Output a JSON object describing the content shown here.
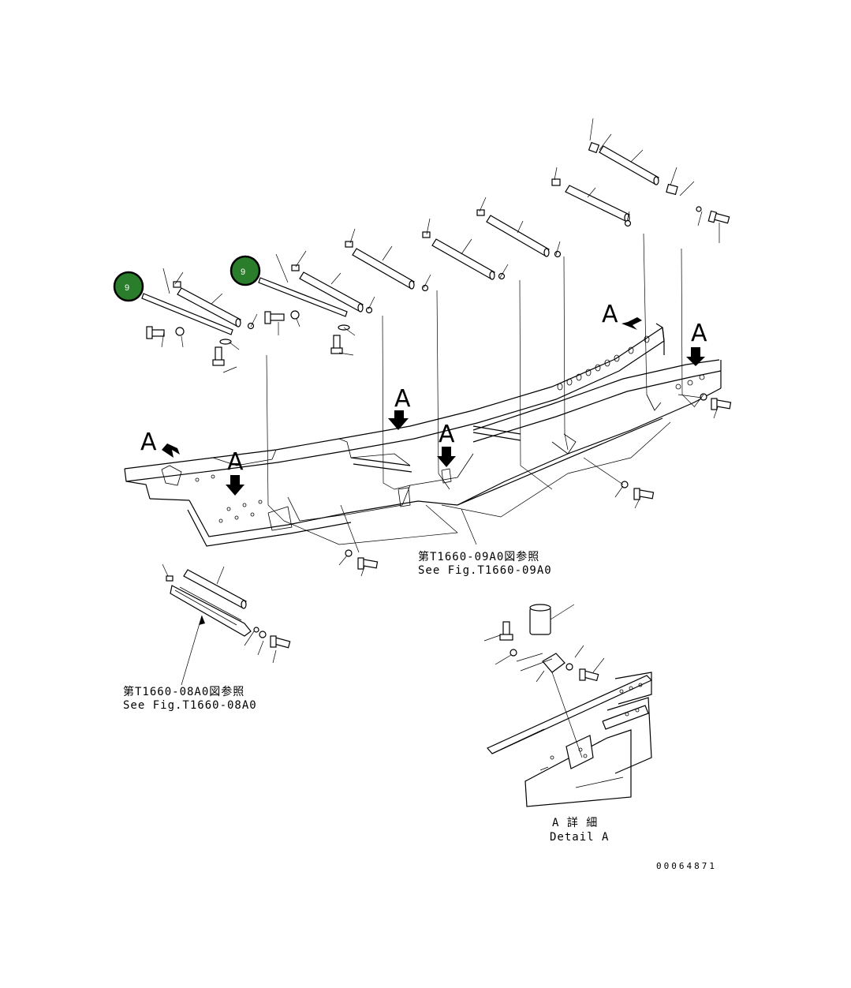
{
  "callouts": [
    {
      "label": "9"
    },
    {
      "label": "9"
    }
  ],
  "view_markers": [
    "A",
    "A",
    "A",
    "A",
    "A",
    "A"
  ],
  "references": {
    "fig_09": {
      "jp": "第T1660-09A0図参照",
      "en": "See Fig.T1660-09A0"
    },
    "fig_08": {
      "jp": "第T1660-08A0図参照",
      "en": "See Fig.T1660-08A0"
    }
  },
  "detail": {
    "jp": "A 詳 細",
    "en": "Detail A"
  },
  "drawing_code": "00064871",
  "colors": {
    "callout_fill": "#2a7d2a",
    "line": "#000000",
    "background": "#ffffff"
  }
}
